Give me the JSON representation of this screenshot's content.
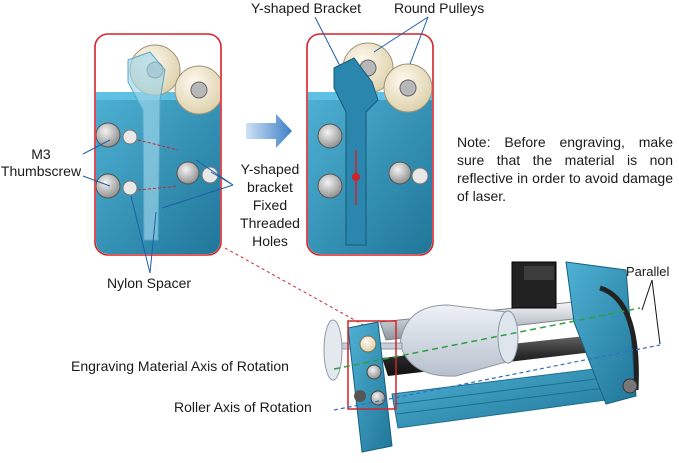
{
  "labels": {
    "y_bracket_top": "Y-shaped Bracket",
    "round_pulleys": "Round Pulleys",
    "m3_line1": "M3",
    "m3_line2": "Thumbscrew",
    "yb_line1": "Y-shaped",
    "yb_line2": "bracket",
    "yb_line3": "Fixed",
    "yb_line4": "Threaded",
    "yb_line5": "Holes",
    "nylon_spacer": "Nylon Spacer",
    "parallel": "Parallel",
    "engraving_axis": "Engraving Material Axis of Rotation",
    "roller_axis": "Roller Axis of Rotation"
  },
  "note": "Note: Before engraving, make sure that the material is non reflective in order to avoid damage of laser.",
  "colors": {
    "panel_border": "#d2232a",
    "teal": "#2f93b7",
    "teal_dark": "#1d6f8e",
    "pulley": "#f0e7cf",
    "arrow": "#3c7fc9",
    "line": "#1f5fa8",
    "green_axis": "#2f9e44",
    "blue_axis": "#2f6fc2"
  }
}
